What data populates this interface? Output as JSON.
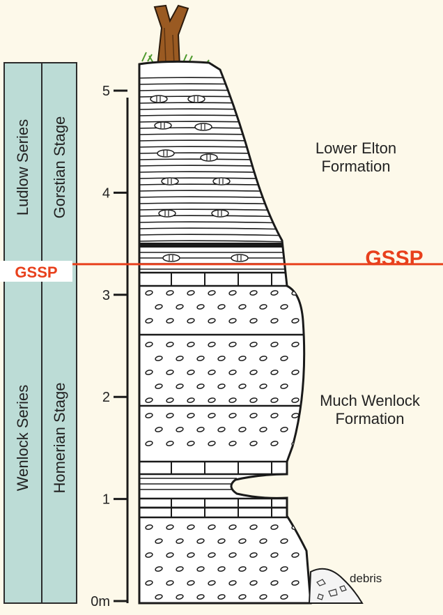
{
  "series": {
    "ludlow": "Ludlow Series",
    "wenlock": "Wenlock Series"
  },
  "stages": {
    "gorstian": "Gorstian Stage",
    "homerian": "Homerian Stage"
  },
  "scale": {
    "ticks": [
      {
        "label": "5",
        "value": 5
      },
      {
        "label": "4",
        "value": 4
      },
      {
        "label": "3",
        "value": 3
      },
      {
        "label": "2",
        "value": 2
      },
      {
        "label": "1",
        "value": 1
      },
      {
        "label": "0m",
        "value": 0
      }
    ]
  },
  "gssp": {
    "left_label": "GSSP",
    "right_label": "GSSP",
    "height_m": 3.3
  },
  "formations": {
    "lower_elton_line1": "Lower Elton",
    "lower_elton_line2": "Formation",
    "much_wenlock_line1": "Much Wenlock",
    "much_wenlock_line2": "Formation",
    "debris": "debris"
  },
  "colors": {
    "series_column": "#bcdcd6",
    "gssp_line": "#e8401c",
    "background": "#fdf9ea",
    "trunk": "#9a5a22",
    "grass": "#4e9a2e"
  }
}
